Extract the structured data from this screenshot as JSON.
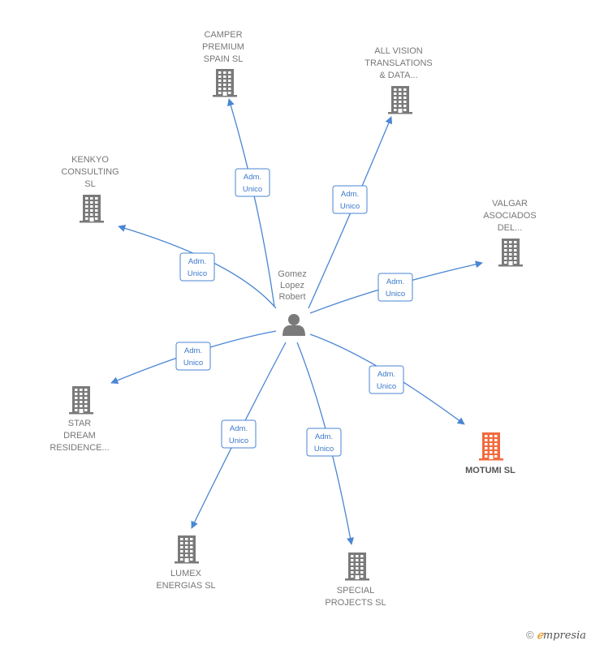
{
  "colors": {
    "edge": "#4a86d3",
    "node": "#7a7a7a",
    "highlight_node": "#f26a3d",
    "label": "#777777"
  },
  "center": {
    "name_lines": [
      "Gomez",
      "Lopez",
      "Robert"
    ],
    "icon": "person-icon"
  },
  "nodes": [
    {
      "id": "camper",
      "label_lines": [
        "CAMPER",
        "PREMIUM",
        "SPAIN  SL"
      ],
      "icon": "building-icon",
      "edge_label_lines": [
        "Adm.",
        "Unico"
      ],
      "highlight": false
    },
    {
      "id": "allvision",
      "label_lines": [
        "ALL VISION",
        "TRANSLATIONS",
        "& DATA..."
      ],
      "icon": "building-icon",
      "edge_label_lines": [
        "Adm.",
        "Unico"
      ],
      "highlight": false
    },
    {
      "id": "kenkyo",
      "label_lines": [
        "KENKYO",
        "CONSULTING",
        "SL"
      ],
      "icon": "building-icon",
      "edge_label_lines": [
        "Adm.",
        "Unico"
      ],
      "highlight": false
    },
    {
      "id": "valgar",
      "label_lines": [
        "VALGAR",
        "ASOCIADOS",
        "DEL..."
      ],
      "icon": "building-icon",
      "edge_label_lines": [
        "Adm.",
        "Unico"
      ],
      "highlight": false
    },
    {
      "id": "stardream",
      "label_lines": [
        "STAR",
        "DREAM",
        "RESIDENCE..."
      ],
      "icon": "building-icon",
      "edge_label_lines": [
        "Adm.",
        "Unico"
      ],
      "highlight": false
    },
    {
      "id": "motumi",
      "label_lines": [
        "MOTUMI  SL"
      ],
      "icon": "building-icon",
      "edge_label_lines": [
        "Adm.",
        "Unico"
      ],
      "highlight": true
    },
    {
      "id": "lumex",
      "label_lines": [
        "LUMEX",
        "ENERGIAS SL"
      ],
      "icon": "building-icon",
      "edge_label_lines": [
        "Adm.",
        "Unico"
      ],
      "highlight": false
    },
    {
      "id": "special",
      "label_lines": [
        "SPECIAL",
        "PROJECTS  SL"
      ],
      "icon": "building-icon",
      "edge_label_lines": [
        "Adm.",
        "Unico"
      ],
      "highlight": false
    }
  ],
  "watermark": {
    "copyright": "©",
    "brand_initial": "ℯ",
    "brand_rest": "mpresia"
  }
}
